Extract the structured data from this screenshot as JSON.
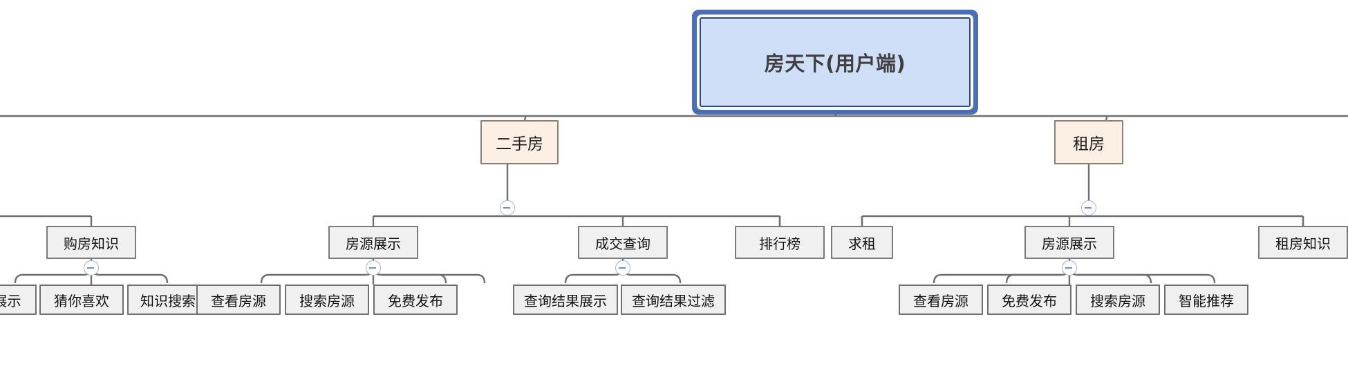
{
  "diagram": {
    "type": "mindmap-tree",
    "title": "房天下(用户端)",
    "orientation": "top-down",
    "colors": {
      "root_fill": "#cfdff7",
      "root_border": "#4a6fb5",
      "category_fill": "#fcefe3",
      "category_border": "#8a8075",
      "item_fill": "#f0f0f0",
      "item_border": "#7a7a7a",
      "edge": "#6f6f6f",
      "toggle_border": "#9fb6dd",
      "canvas": "#ffffff"
    }
  },
  "root": {
    "label": "房天下(用户端)"
  },
  "categories": [
    {
      "label": "二手房",
      "collapsible": true,
      "toggle_state": "expanded"
    },
    {
      "label": "租房",
      "collapsible": true,
      "toggle_state": "expanded"
    }
  ],
  "level3": [
    {
      "label": "购房知识",
      "parent": "clipped-left",
      "collapsible": true
    },
    {
      "label": "房源展示",
      "parent": "二手房",
      "collapsible": true
    },
    {
      "label": "成交查询",
      "parent": "二手房",
      "collapsible": true
    },
    {
      "label": "排行榜",
      "parent": "二手房",
      "collapsible": false
    },
    {
      "label": "求租",
      "parent": "租房",
      "collapsible": false
    },
    {
      "label": "房源展示",
      "parent": "租房",
      "collapsible": true
    },
    {
      "label": "租房知识",
      "parent": "租房",
      "collapsible": false
    }
  ],
  "level4": [
    {
      "label": "展示",
      "parent": "购房知识",
      "clipped": true
    },
    {
      "label": "猜你喜欢",
      "parent": "购房知识",
      "clipped": false
    },
    {
      "label": "知识搜索",
      "parent": "购房知识",
      "clipped": false
    },
    {
      "label": "查看房源",
      "parent": "房源展示-二手房",
      "clipped": false
    },
    {
      "label": "搜索房源",
      "parent": "房源展示-二手房",
      "clipped": false
    },
    {
      "label": "免费发布",
      "parent": "房源展示-二手房",
      "clipped": false
    },
    {
      "label": "查询结果展示",
      "parent": "成交查询",
      "clipped": false
    },
    {
      "label": "查询结果过滤",
      "parent": "成交查询",
      "clipped": false
    },
    {
      "label": "查看房源",
      "parent": "房源展示-租房",
      "clipped": false
    },
    {
      "label": "免费发布",
      "parent": "房源展示-租房",
      "clipped": false
    },
    {
      "label": "搜索房源",
      "parent": "房源展示-租房",
      "clipped": false
    },
    {
      "label": "智能推荐",
      "parent": "房源展示-租房",
      "clipped": false
    }
  ],
  "toggles": {
    "collapse_icon": "minus-circle-icon",
    "count": 6
  }
}
